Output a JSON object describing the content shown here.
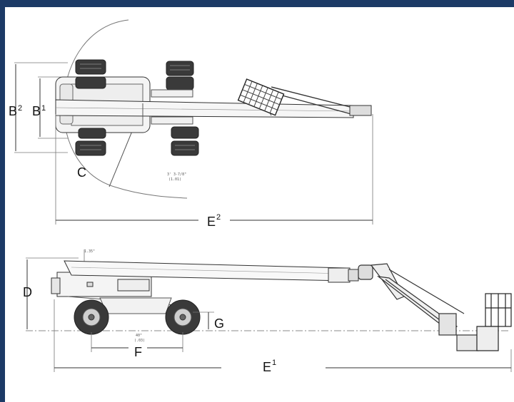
{
  "labels": {
    "b2": "B",
    "b2_sup": "2",
    "b1": "B",
    "b1_sup": "1",
    "c": "C",
    "e2": "E",
    "e2_sup": "2",
    "d": "D",
    "g": "G",
    "f": "F",
    "e1": "E",
    "e1_sup": "1"
  },
  "small_text": {
    "swing_dim_1": "3' 3-7/8\"",
    "swing_dim_2": "(1.01)",
    "boom_height": "1.35\"",
    "wheel_dim_1": "40\"",
    "wheel_dim_2": "(.03)"
  },
  "colors": {
    "frame_blue": "#1c3a66",
    "line": "#333333"
  }
}
